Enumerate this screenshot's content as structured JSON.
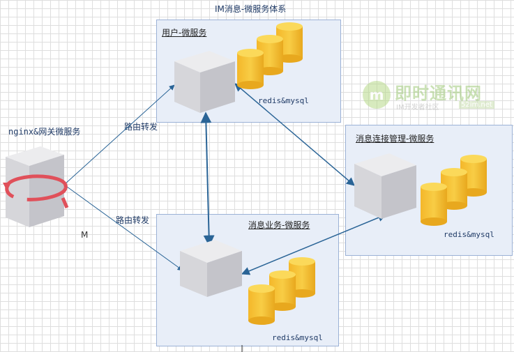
{
  "diagram_title": "IM消息-微服务体系",
  "gateway": {
    "label": "nginx&网关微服务"
  },
  "services": {
    "user": {
      "title": "用户-微服务",
      "storage": "redis&mysql"
    },
    "connection": {
      "title": "消息连接管理-微服务",
      "storage": "redis&mysql"
    },
    "business": {
      "title": "消息业务-微服务",
      "storage": "redis&mysql"
    }
  },
  "edges": {
    "to_user": "路由转发",
    "to_business": "路由转发"
  },
  "stray_label": "M",
  "watermark": {
    "brand": "即时通讯网",
    "tagline": "IM开发者社区",
    "site": "52im.net"
  },
  "colors": {
    "group_fill": "#e8eef8",
    "group_border": "#9bb1d6",
    "arrow": "#2a6496",
    "db": "#f5c030",
    "gateway_ring": "#e0505a"
  }
}
